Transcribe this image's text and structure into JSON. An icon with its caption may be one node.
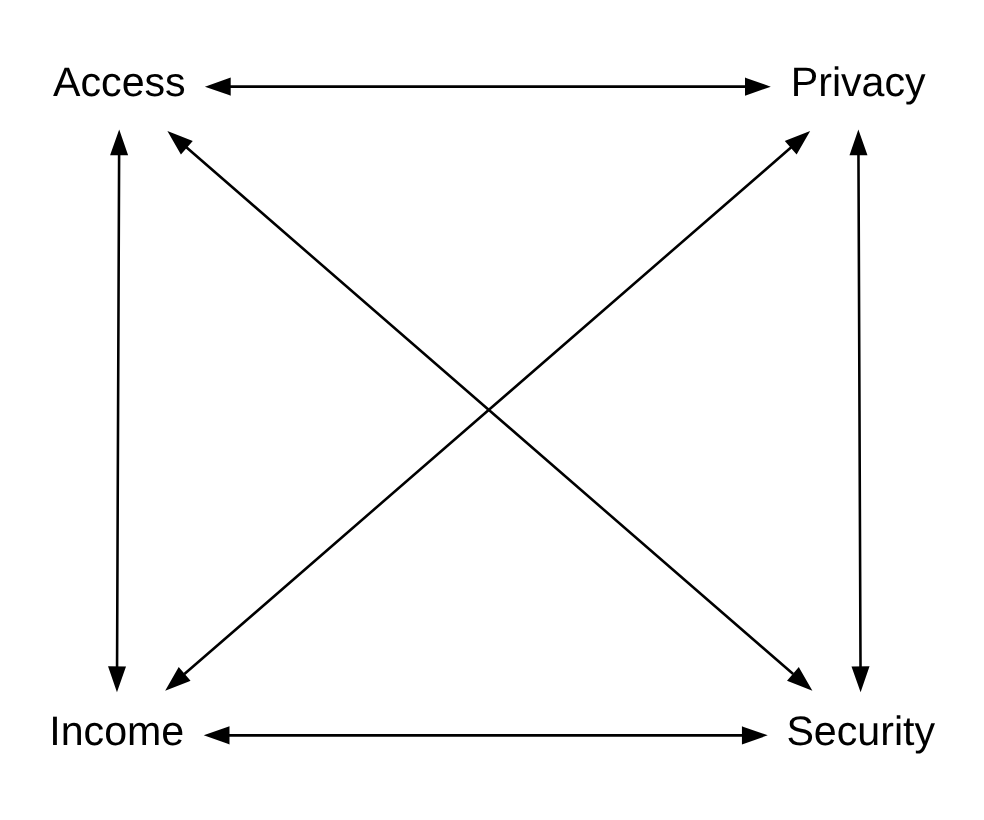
{
  "diagram": {
    "nodes": [
      {
        "text": [
          "Access"
        ]
      },
      {
        "text": [
          "Privacy"
        ]
      },
      {
        "text": [
          "Income"
        ]
      },
      {
        "text": [
          "Security"
        ]
      }
    ],
    "edges": [
      {
        "from": 0,
        "to": 1,
        "arrow": "both"
      },
      {
        "from": 0,
        "to": 2,
        "arrow": "both"
      },
      {
        "from": 0,
        "to": 3,
        "arrow": "both"
      },
      {
        "from": 1,
        "to": 2,
        "arrow": "both"
      },
      {
        "from": 1,
        "to": 3,
        "arrow": "both"
      },
      {
        "from": 2,
        "to": 3,
        "arrow": "both"
      }
    ]
  }
}
